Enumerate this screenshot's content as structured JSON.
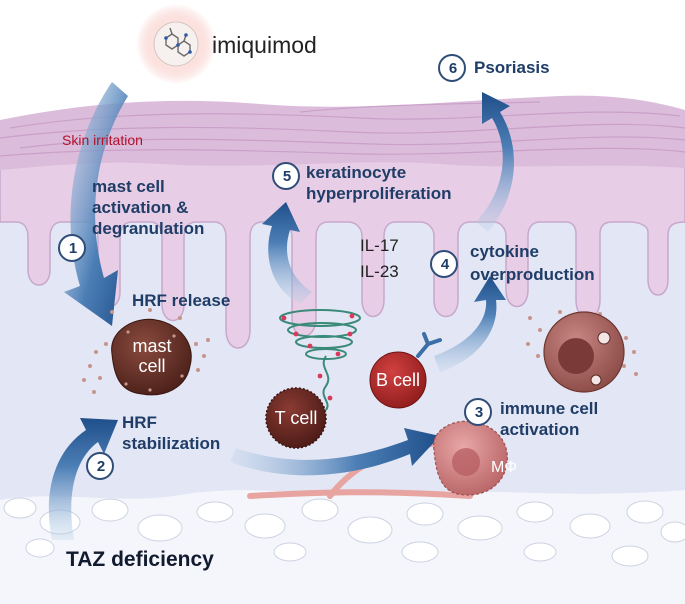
{
  "labels": {
    "imiquimod": "imiquimod",
    "skin_irritation": "Skin irritation",
    "mast_cell_activation": "mast cell\nactivation &\ndegranulation",
    "hrf_release": "HRF release",
    "hrf_stabilization": "HRF\nstabilization",
    "taz_deficiency": "TAZ deficiency",
    "keratinocyte": "keratinocyte\nhyperproliferation",
    "psoriasis": "Psoriasis",
    "cytokine": "cytokine\noverproduction",
    "immune_activation": "immune cell\nactivation",
    "il17": "IL-17",
    "il23": "IL-23"
  },
  "cells": {
    "mast_cell": "mast\ncell",
    "t_cell": "T cell",
    "b_cell": "B cell",
    "macrophage": "MΦ"
  },
  "steps": [
    "1",
    "2",
    "3",
    "4",
    "5",
    "6"
  ],
  "colors": {
    "step_text": "#1f3d66",
    "arrow": "#2d5f96",
    "skin_irritation": "#b3112a",
    "dermis": "#e3e6f4",
    "epidermis": "#e7cde5",
    "stratum": "#d8b5d7"
  }
}
